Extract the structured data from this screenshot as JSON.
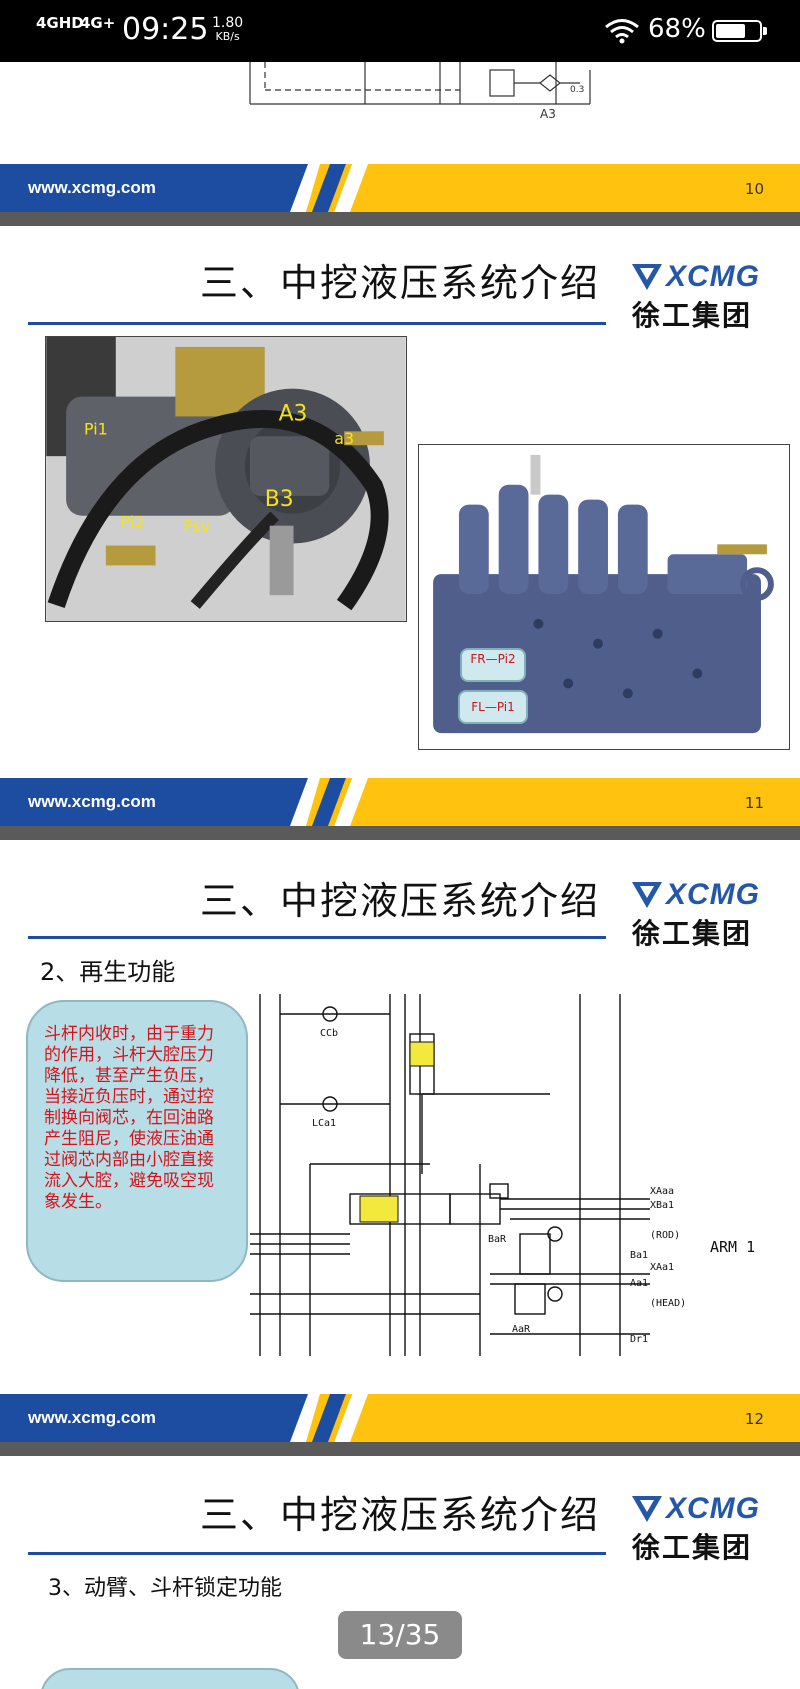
{
  "status_bar": {
    "sig1": "4GHD",
    "sig2": "4G+",
    "time": "09:25",
    "speed_value": "1.80",
    "speed_unit": "KB/s",
    "battery": "68%",
    "battery_level": 0.68
  },
  "slides": {
    "s10": {
      "url": "www.xcmg.com",
      "page": "10",
      "diagram_label": "A3",
      "diagram_small": "0.3"
    },
    "s11": {
      "title": "三、中挖液压系统介绍",
      "url": "www.xcmg.com",
      "page": "11",
      "logo_text": "XCMG",
      "logo_cn": "徐工集团",
      "photo1_labels": [
        "Pi1",
        "A3",
        "a3",
        "B3",
        "Pi2",
        "Psv"
      ],
      "photo2_labels": [
        "FR—Pi2",
        "FL—Pi1"
      ]
    },
    "s12": {
      "title": "三、中挖液压系统介绍",
      "subtitle": "2、再生功能",
      "callout": "斗杆内收时，由于重力的作用，斗杆大腔压力降低，甚至产生负压，当接近负压时，通过控制换向阀芯，在回油路产生阻尼，使液压油通过阀芯内部由小腔直接流入大腔，避免吸空现象发生。",
      "url": "www.xcmg.com",
      "page": "12",
      "logo_text": "XCMG",
      "logo_cn": "徐工集团",
      "schematic_labels": [
        "CCb",
        "LCa1",
        "XAaa",
        "XBa1",
        "BaR",
        "(ROD)",
        "Ba1",
        "XAa1",
        "Aa1",
        "(HEAD)",
        "AaR",
        "Dr1",
        "ARM 1"
      ]
    },
    "s13": {
      "title": "三、中挖液压系统介绍",
      "subtitle": "3、动臂、斗杆锁定功能",
      "logo_text": "XCMG",
      "logo_cn": "徐工集团"
    }
  },
  "pager": {
    "label": "13/35"
  },
  "colors": {
    "brand_blue": "#1c4da0",
    "brand_yellow": "#ffc20e",
    "callout_text": "#d6131b"
  }
}
